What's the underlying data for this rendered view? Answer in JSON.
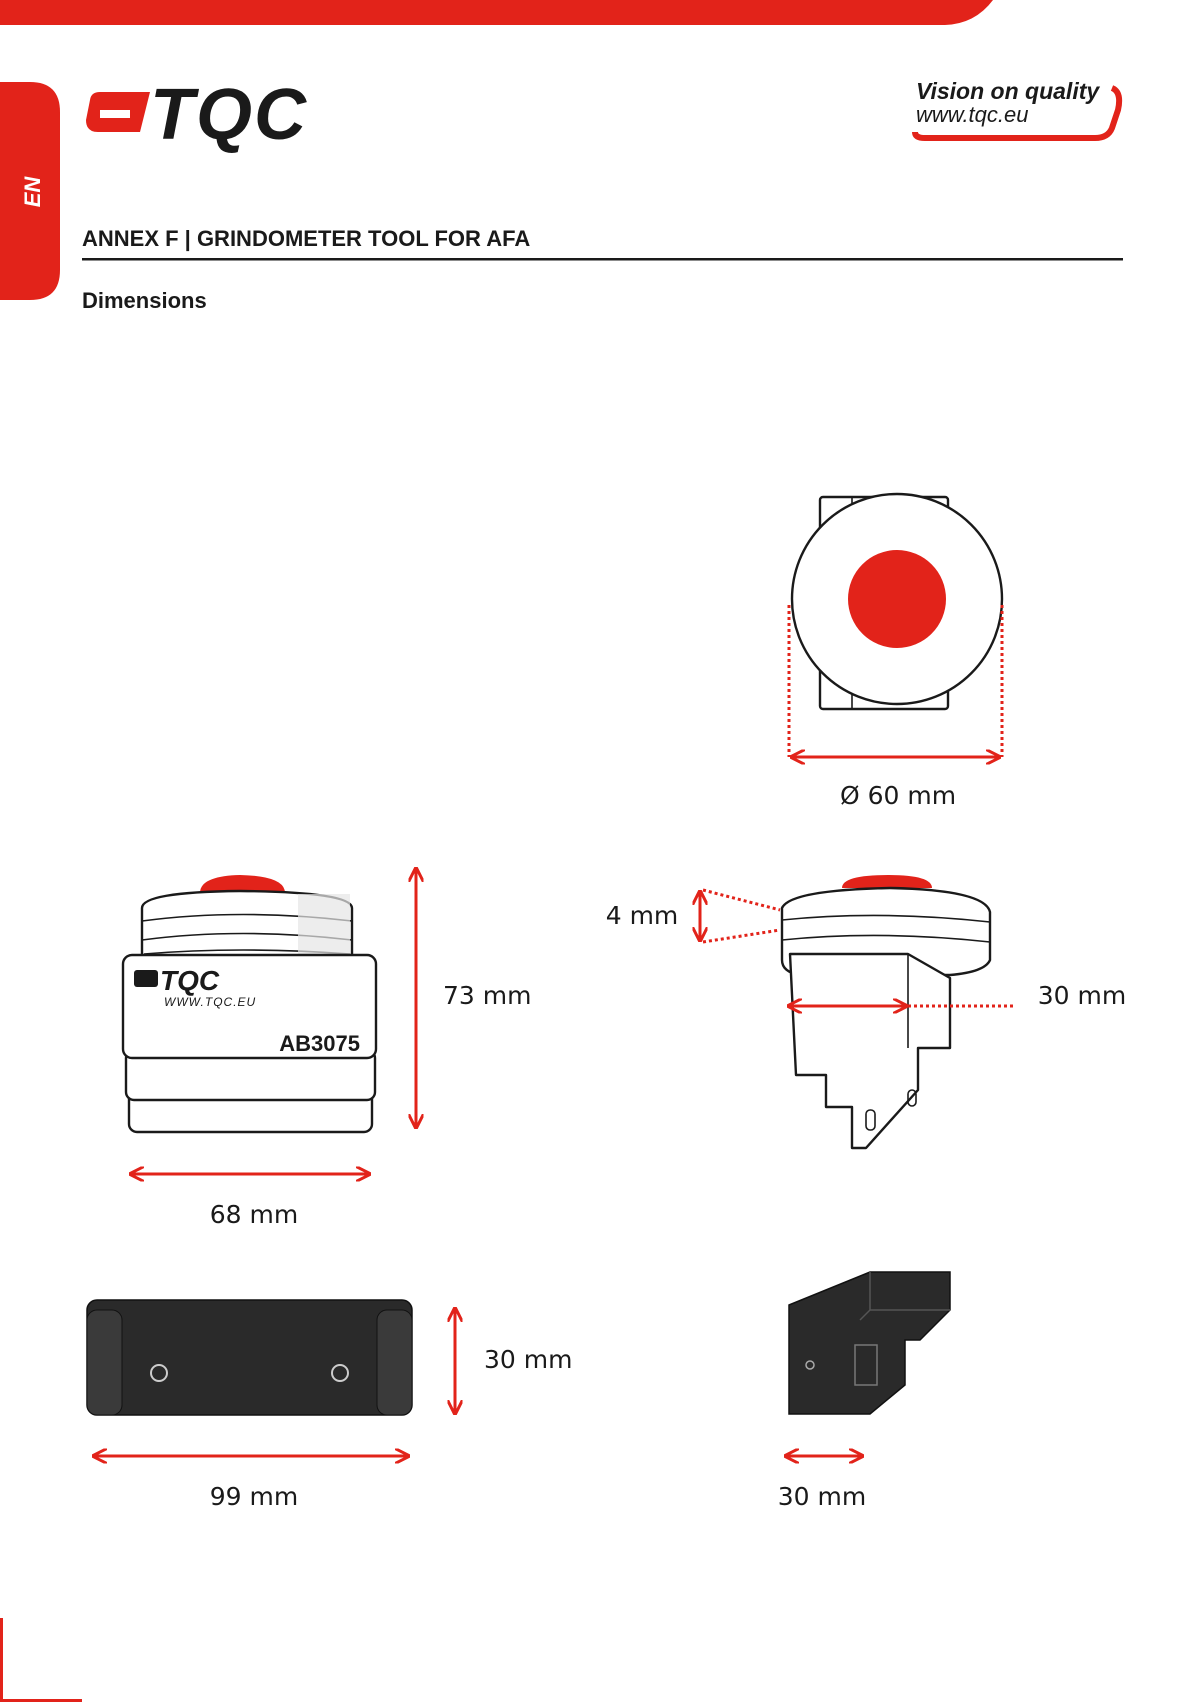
{
  "language_tab": "EN",
  "brand": {
    "logo_text": "TQC",
    "slogan": "Vision on quality",
    "website": "www.tqc.eu"
  },
  "heading": "ANNEX F | GRINDOMETER TOOL FOR AFA",
  "subheading": "Dimensions",
  "product": {
    "logo_text": "TQC",
    "website": "WWW.TQC.EU",
    "code": "AB3075"
  },
  "dimensions": {
    "diameter": "Ø 60 mm",
    "height": "73 mm",
    "width_front": "68 mm",
    "ring": "4 mm",
    "depth_side": "30 mm",
    "block_height": "30 mm",
    "block_length": "99 mm",
    "block_width": "30 mm"
  },
  "colors": {
    "brand_red": "#e2231a",
    "text": "#1a1a1a"
  }
}
